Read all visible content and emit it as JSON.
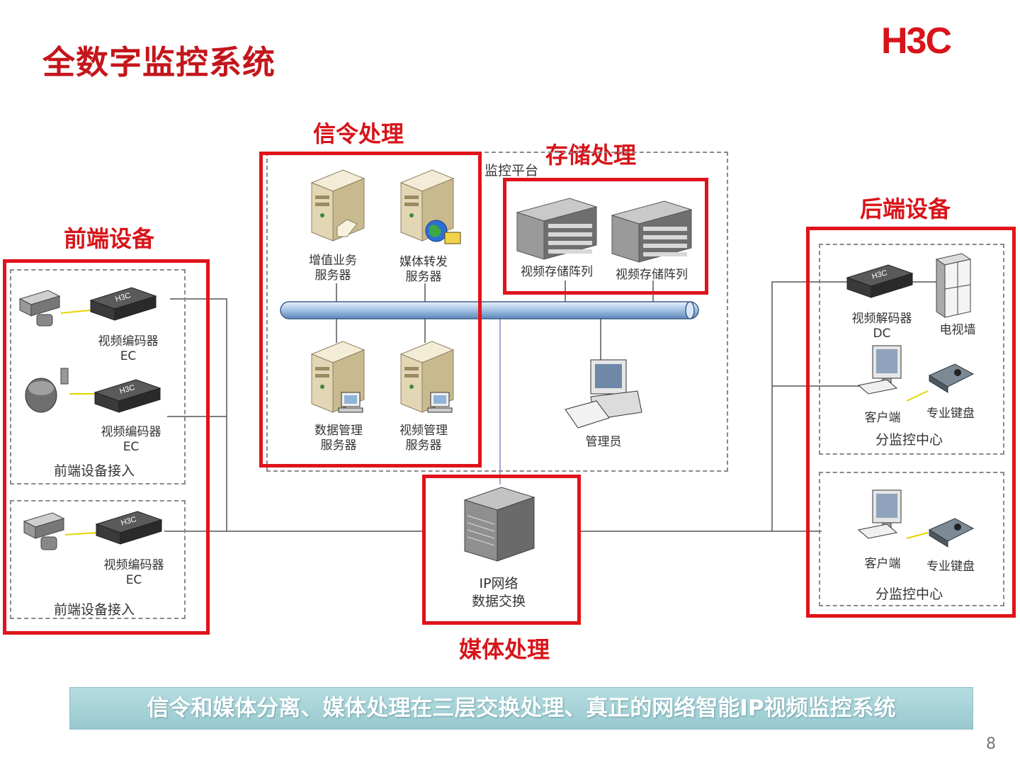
{
  "title": "全数字监控系统",
  "logo": "H3C",
  "sections": {
    "signaling": "信令处理",
    "storage": "存储处理",
    "frontend": "前端设备",
    "backend": "后端设备",
    "media": "媒体处理"
  },
  "platform_label": "监控平台",
  "signaling": {
    "vas_server": "增值业务\n服务器",
    "media_relay_server": "媒体转发\n服务器",
    "data_mgmt_server": "数据管理\n服务器",
    "video_mgmt_server": "视频管理\n服务器"
  },
  "storage": {
    "array_1": "视频存储阵列",
    "array_2": "视频存储阵列"
  },
  "admin": "管理员",
  "frontend": {
    "encoder_1": "视频编码器\nEC",
    "encoder_2": "视频编码器\nEC",
    "encoder_3": "视频编码器\nEC",
    "access_1": "前端设备接入",
    "access_2": "前端设备接入"
  },
  "switch_label": "IP网络\n数据交换",
  "backend": {
    "decoder": "视频解码器\nDC",
    "tv_wall": "电视墙",
    "client_1": "客户端",
    "keyboard_1": "专业键盘",
    "center_1": "分监控中心",
    "client_2": "客户端",
    "keyboard_2": "专业键盘",
    "center_2": "分监控中心"
  },
  "banner": "信令和媒体分离、媒体处理在三层交换处理、真正的网络智能IP视频监控系统",
  "page_number": "8",
  "colors": {
    "accent_red": "#d7141a",
    "title_red": "#c3161c",
    "banner_bg": "#a8d3d8"
  }
}
